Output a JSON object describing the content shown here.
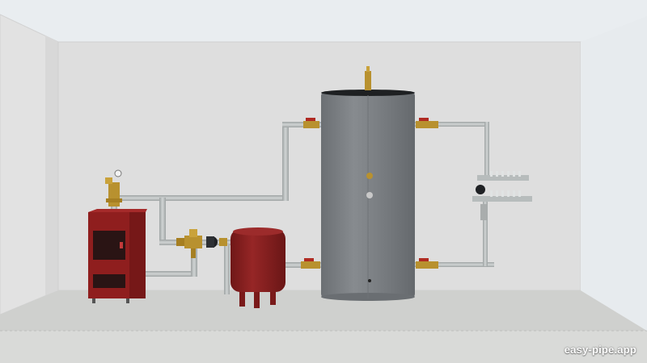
{
  "watermark": {
    "text": "easy-pipe.app"
  },
  "colors": {
    "background": "#e9edf0",
    "wall": "#dedede",
    "floor": "#cfd0ce",
    "pipe": "#b7bcbc",
    "brass": "#b8912f",
    "valve_handle": "#b02a22",
    "boiler": "#8f1e1e",
    "expansion_vessel": "#8a2020",
    "buffer_tank": "#7d8185"
  },
  "components": {
    "boiler": "solid-fuel-boiler",
    "expansion_vessel": "expansion-vessel",
    "buffer_tank": "buffer-tank",
    "manifold": "floor-heating-manifold",
    "pump": "circulation-pump",
    "mixing_valve": "thermostatic-mixing-valve",
    "safety_group": "boiler-safety-group",
    "air_vent": "automatic-air-vent"
  }
}
